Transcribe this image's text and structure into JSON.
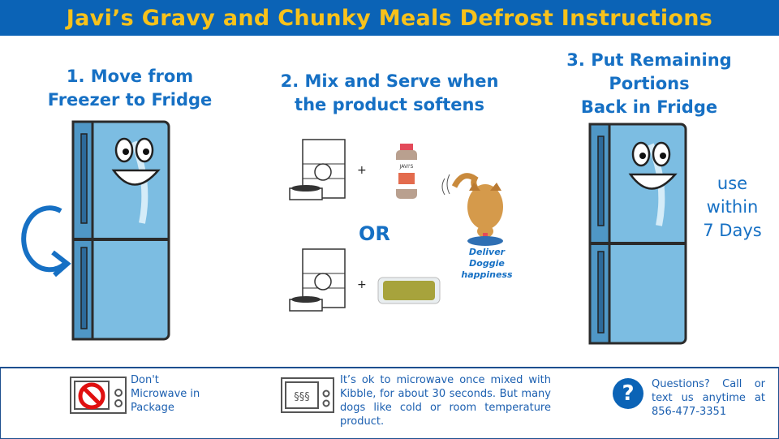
{
  "header": {
    "title": "Javi’s Gravy and Chunky Meals Defrost Instructions"
  },
  "steps": [
    {
      "line1": "1. Move from",
      "line2": "Freezer to Fridge"
    },
    {
      "line1": "2. Mix and Serve when",
      "line2": "the product softens"
    },
    {
      "line1": "3. Put Remaining",
      "line2": "Portions",
      "line3": "Back in Fridge"
    }
  ],
  "mix": {
    "plus": "+",
    "or": "OR",
    "bottle_label": "JAVI'S",
    "dog_caption": [
      "Deliver",
      "Doggie",
      "happiness"
    ]
  },
  "use_within": [
    "use",
    "within",
    "7 Days"
  ],
  "footer": {
    "no_microwave": [
      "Don't",
      "Microwave in",
      "Package"
    ],
    "ok_microwave": "It’s ok to microwave once mixed with Kibble, for about 30 seconds.  But many dogs like cold or room temperature product.",
    "questions": "Questions?  Call  or text us anytime at 856-477-3351",
    "question_mark": "?"
  },
  "colors": {
    "header_bg": "#0b63b6",
    "title": "#f8c21b",
    "text_blue": "#1670c4",
    "fridge": "#6fb4dc"
  }
}
